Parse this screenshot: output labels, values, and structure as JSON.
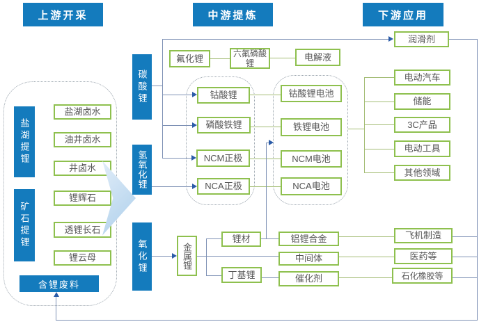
{
  "headers": {
    "upstream": "上游开采",
    "midstream": "中游提炼",
    "downstream": "下游应用"
  },
  "upstream": {
    "salt_lake_label": "盐湖提锂",
    "ore_label": "矿石提锂",
    "salt_lake_items": [
      "盐湖卤水",
      "油井卤水",
      "井卤水"
    ],
    "ore_items": [
      "锂辉石",
      "透锂长石",
      "锂云母"
    ],
    "waste_label": "含锂废料"
  },
  "midstream": {
    "columns": [
      "碳酸锂",
      "氢氧化锂",
      "氧化锂"
    ],
    "fluoride_chain": [
      "氟化锂",
      "六氟磷酸锂",
      "电解液"
    ],
    "cathodes": [
      "钴酸锂",
      "磷酸铁锂",
      "NCM正极",
      "NCA正极"
    ],
    "batteries": [
      "钴酸锂电池",
      "铁锂电池",
      "NCM电池",
      "NCA电池"
    ],
    "metal_label": "金属锂",
    "metal_products": [
      "锂材",
      "丁基锂"
    ],
    "derivatives": [
      "铝锂合金",
      "中间体",
      "催化剂"
    ]
  },
  "downstream": {
    "lubricant": "润滑剂",
    "battery_apps": [
      "电动汽车",
      "储能",
      "3C产品",
      "电动工具",
      "其他领域"
    ],
    "industrial_apps": [
      "飞机制造",
      "医药等",
      "石化橡胶等"
    ]
  },
  "colors": {
    "primary_blue": "#147bbd",
    "box_green": "#8ec04e",
    "connector_blue": "#7e91b5",
    "connector_green": "#a3bc74",
    "arrowhead_blue": "#2b5ca8"
  }
}
